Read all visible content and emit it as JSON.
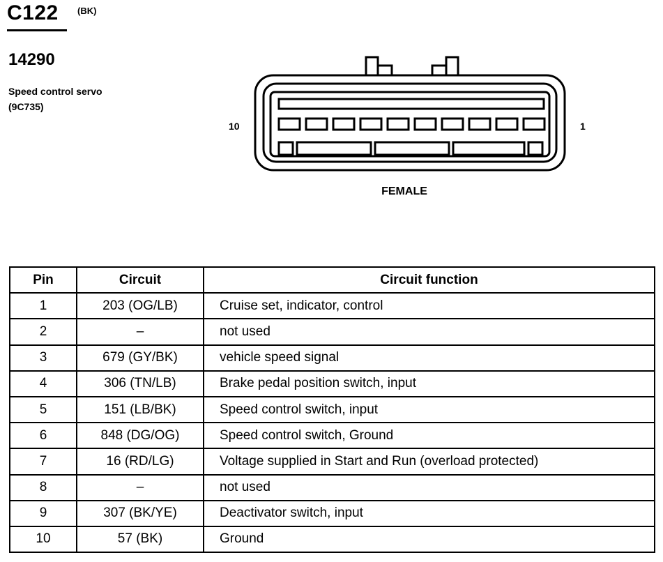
{
  "connector": {
    "id": "C122",
    "color": "(BK)",
    "part_number": "14290",
    "component": "Speed control servo",
    "component_code": "(9C735)",
    "pin_left_label": "10",
    "pin_right_label": "1",
    "gender": "FEMALE"
  },
  "table": {
    "headers": {
      "pin": "Pin",
      "circuit": "Circuit",
      "function": "Circuit function"
    },
    "rows": [
      {
        "pin": "1",
        "circuit": "203 (OG/LB)",
        "function": "Cruise set, indicator, control"
      },
      {
        "pin": "2",
        "circuit": "–",
        "function": "not used"
      },
      {
        "pin": "3",
        "circuit": "679 (GY/BK)",
        "function": "vehicle speed signal"
      },
      {
        "pin": "4",
        "circuit": "306 (TN/LB)",
        "function": "Brake pedal position switch, input"
      },
      {
        "pin": "5",
        "circuit": "151 (LB/BK)",
        "function": "Speed control switch, input"
      },
      {
        "pin": "6",
        "circuit": "848 (DG/OG)",
        "function": "Speed control switch, Ground"
      },
      {
        "pin": "7",
        "circuit": "16 (RD/LG)",
        "function": "Voltage supplied in Start and Run (overload protected)"
      },
      {
        "pin": "8",
        "circuit": "–",
        "function": "not used"
      },
      {
        "pin": "9",
        "circuit": "307 (BK/YE)",
        "function": "Deactivator switch, input"
      },
      {
        "pin": "10",
        "circuit": "57 (BK)",
        "function": "Ground"
      }
    ]
  }
}
